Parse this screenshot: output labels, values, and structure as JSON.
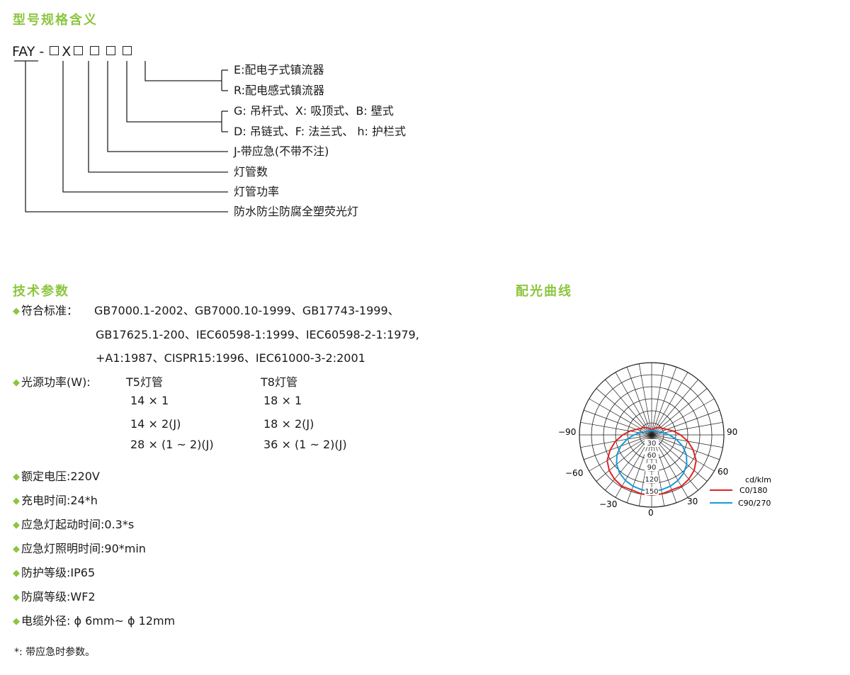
{
  "sections": {
    "model_heading": "型号规格含义",
    "tech_heading": "技术参数",
    "curve_heading": "配光曲线"
  },
  "model": {
    "prefix": "FAY -",
    "x_char": "X",
    "branches": [
      "E:配电子式镇流器",
      "R:配电感式镇流器",
      "G: 吊杆式、X: 吸顶式、B: 壁式",
      "D: 吊链式、F: 法兰式、 h: 护栏式",
      "J-带应急(不带不注)",
      "灯管数",
      "灯管功率",
      "防水防尘防腐全塑荧光灯"
    ]
  },
  "params": {
    "standards_label": "符合标准",
    "standards_colon": "：",
    "standards_lines": [
      "GB7000.1-2002、GB7000.10-1999、GB17743-1999、",
      "GB17625.1-200、IEC60598-1:1999、IEC60598-2-1:1979,",
      "+A1:1987、CISPR15:1996、IEC61000-3-2:2001"
    ],
    "power_label": "光源功率(W):",
    "t5_header": "T5灯管",
    "t8_header": "T8灯管",
    "t5_values": [
      "14 × 1",
      "14 × 2(J)",
      "28 × (1 ~ 2)(J)"
    ],
    "t8_values": [
      "18 × 1",
      "18 × 2(J)",
      "36 × (1 ~ 2)(J)"
    ],
    "items": [
      "额定电压:220V",
      "充电时间:24*h",
      "应急灯起动时间:0.3*s",
      "应急灯照明时间:90*min",
      "防护等级:IP65",
      "防腐等级:WF2",
      "电缆外径: ϕ 6mm~ ϕ 12mm"
    ],
    "bullet": "◆",
    "footnote": "*:  带应急时参数。"
  },
  "chart_data": {
    "type": "polar",
    "unit_label": "cd/klm",
    "radial_ticks": [
      30,
      60,
      90,
      120,
      150
    ],
    "angle_labels": {
      "left_90": "−90",
      "right_90": "90",
      "left_60": "−60",
      "right_60": "60",
      "left_30": "−30",
      "right_30": "30",
      "bottom_0": "0"
    },
    "radial_max": 180,
    "series": [
      {
        "name": "C0/180",
        "color": "#e02424",
        "angles": [
          0,
          10,
          20,
          30,
          40,
          50,
          60,
          70,
          80,
          90,
          100,
          110,
          120,
          130,
          140,
          150,
          160,
          170,
          180
        ],
        "values": [
          150,
          149,
          146,
          148,
          144,
          138,
          128,
          110,
          92,
          72,
          55,
          40,
          32,
          28,
          24,
          20,
          17,
          14,
          13
        ]
      },
      {
        "name": "C90/270",
        "color": "#1a9ad6",
        "angles": [
          0,
          10,
          20,
          30,
          40,
          50,
          60,
          70,
          80,
          90,
          100,
          110,
          120,
          130,
          140,
          150,
          160,
          170,
          180
        ],
        "values": [
          140,
          139,
          136,
          131,
          124,
          114,
          100,
          82,
          62,
          44,
          30,
          20,
          16,
          14,
          13,
          12,
          11,
          11,
          11
        ]
      }
    ]
  }
}
